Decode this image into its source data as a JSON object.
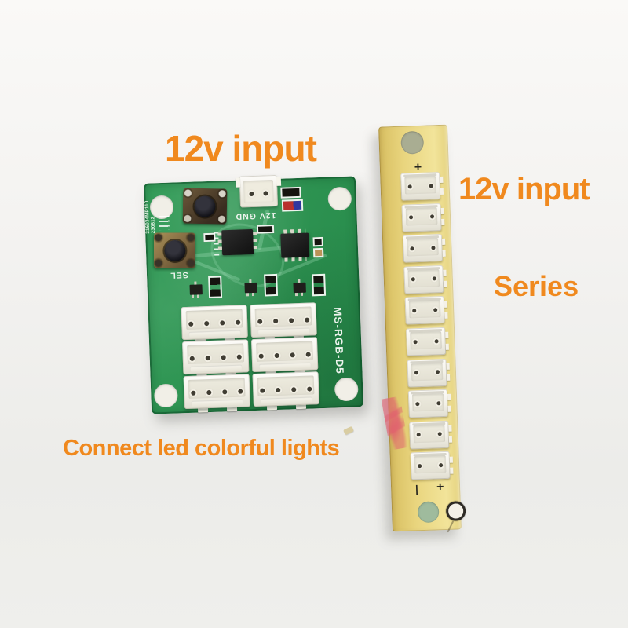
{
  "annotations": {
    "main_input": "12v input",
    "strip_input": "12v input",
    "series": "Series",
    "connect": "Connect led colorful lights"
  },
  "colors": {
    "annotation_orange": "#F0891E",
    "pcb_green": "#2A9851",
    "strip_yellow": "#E8D27C"
  },
  "green_board": {
    "silkscreen": {
      "power": "12V GND",
      "select": "SEL",
      "model": "MS-RGB-D5",
      "serial_line1": "316034MP110",
      "serial_line2": "230812"
    },
    "output_grid": {
      "rows": 3,
      "cols": 2,
      "pins": 4
    },
    "input_pins": 2
  },
  "strip_board": {
    "connectors": 10,
    "pins": 2,
    "top_mark": "+",
    "bottom_neg_mark": "|",
    "bottom_pos_mark": "+"
  }
}
